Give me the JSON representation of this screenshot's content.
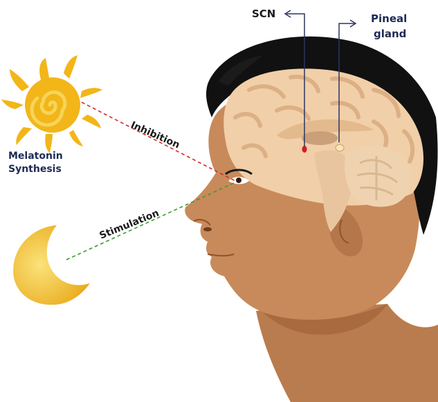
{
  "labels": {
    "scn": "SCN",
    "pineal_line1": "Pineal",
    "pineal_line2": "gland",
    "melatonin_line1": "Melatonin",
    "melatonin_line2": "Synthesis",
    "inhibition": "Inhibition",
    "stimulation": "Stimulation"
  },
  "colors": {
    "skin": "#c88a5a",
    "skin_shadow": "#a86a3e",
    "hair": "#111111",
    "brain": "#f1cfa8",
    "brain_fold": "#d9ab80",
    "sun": "#f2b619",
    "moon": "#f3c93a",
    "inhibition_line": "#d12a2a",
    "stimulation_line": "#3a9a32",
    "label_text": "#1d2b55",
    "arrow": "#2a3560",
    "scn_dot": "#d81b1b"
  },
  "icons": [
    "sun-icon",
    "moon-icon",
    "human-head-illustration",
    "brain-illustration",
    "eye-icon"
  ]
}
